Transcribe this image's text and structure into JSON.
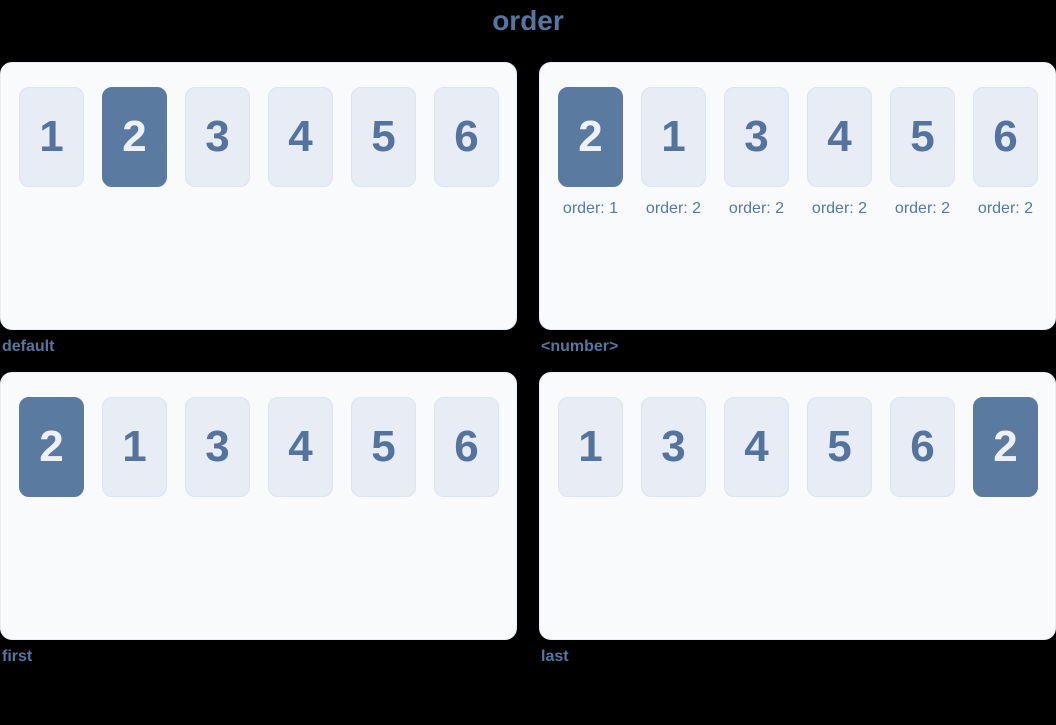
{
  "page": {
    "title": "order"
  },
  "colors": {
    "background": "#000000",
    "accent_text": "#55769f",
    "panel_bg": "#f8fafc",
    "panel_border": "#e9edf4",
    "item_bg": "#e8ecf4",
    "item_border": "#dde3ee",
    "item_text": "#54749e",
    "highlight_bg": "#5a7aa0",
    "highlight_text": "#edf1f7",
    "order_label_text": "#5578a5"
  },
  "panels": [
    {
      "caption": "default",
      "items": [
        {
          "value": "1",
          "highlighted": false
        },
        {
          "value": "2",
          "highlighted": true
        },
        {
          "value": "3",
          "highlighted": false
        },
        {
          "value": "4",
          "highlighted": false
        },
        {
          "value": "5",
          "highlighted": false
        },
        {
          "value": "6",
          "highlighted": false
        }
      ]
    },
    {
      "caption": "<number>",
      "items": [
        {
          "value": "2",
          "highlighted": true,
          "order_label": "order: 1"
        },
        {
          "value": "1",
          "highlighted": false,
          "order_label": "order: 2"
        },
        {
          "value": "3",
          "highlighted": false,
          "order_label": "order: 2"
        },
        {
          "value": "4",
          "highlighted": false,
          "order_label": "order: 2"
        },
        {
          "value": "5",
          "highlighted": false,
          "order_label": "order: 2"
        },
        {
          "value": "6",
          "highlighted": false,
          "order_label": "order: 2"
        }
      ]
    },
    {
      "caption": "first",
      "items": [
        {
          "value": "2",
          "highlighted": true
        },
        {
          "value": "1",
          "highlighted": false
        },
        {
          "value": "3",
          "highlighted": false
        },
        {
          "value": "4",
          "highlighted": false
        },
        {
          "value": "5",
          "highlighted": false
        },
        {
          "value": "6",
          "highlighted": false
        }
      ]
    },
    {
      "caption": "last",
      "items": [
        {
          "value": "1",
          "highlighted": false
        },
        {
          "value": "3",
          "highlighted": false
        },
        {
          "value": "4",
          "highlighted": false
        },
        {
          "value": "5",
          "highlighted": false
        },
        {
          "value": "6",
          "highlighted": false
        },
        {
          "value": "2",
          "highlighted": true
        }
      ]
    }
  ]
}
